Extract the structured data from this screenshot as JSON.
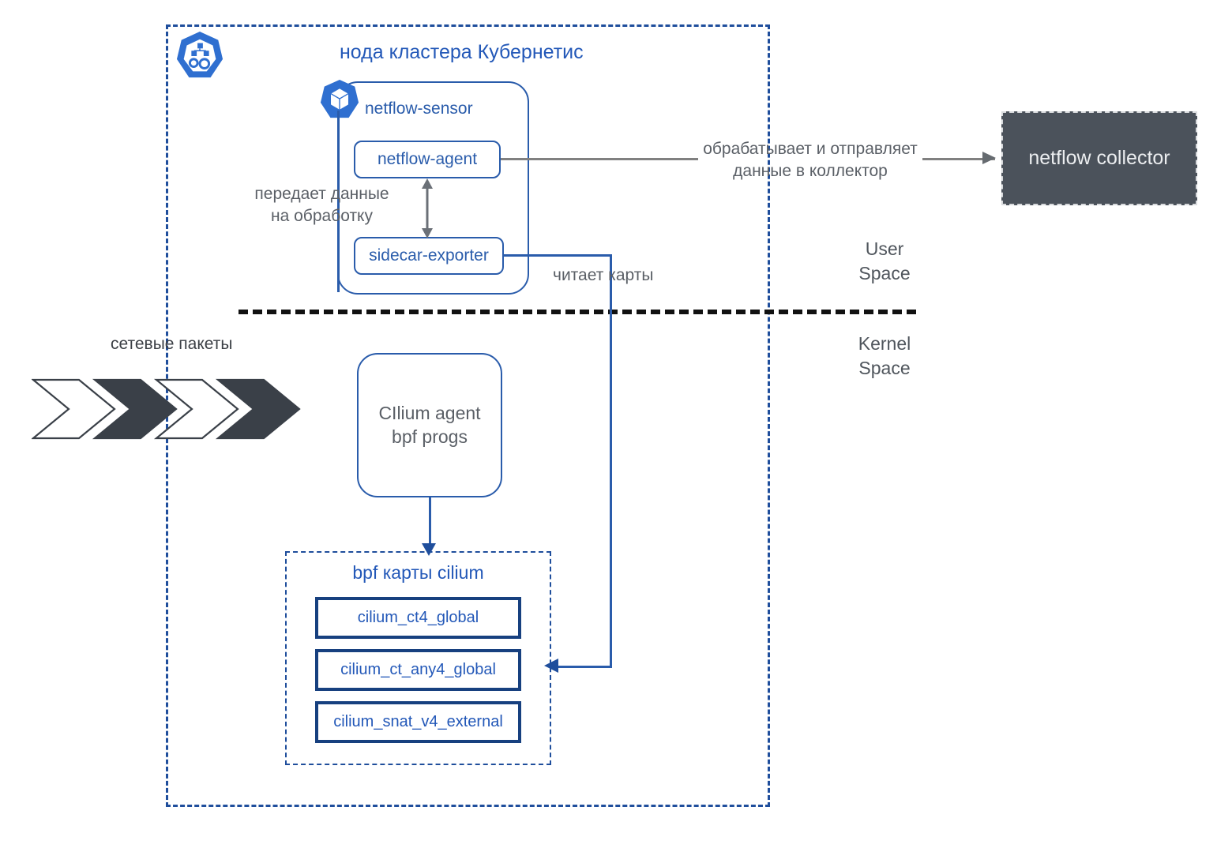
{
  "diagram": {
    "node": {
      "title": "нода кластера Кубернетис",
      "icon": "kubernetes-node-icon",
      "boundary_color": "#1f4e9c"
    },
    "pod": {
      "title": "netflow-sensor",
      "icon": "kubernetes-pod-icon",
      "containers": [
        {
          "label": "netflow-agent"
        },
        {
          "label": "sidecar-exporter"
        }
      ]
    },
    "connectors": [
      {
        "name": "transfer",
        "label": "передает данные\nна обработку"
      },
      {
        "name": "process",
        "label": "обрабатывает и отправляет\nданные в коллектор"
      },
      {
        "name": "reads-maps",
        "label": "читает карты"
      },
      {
        "name": "network-packets",
        "label": "сетевые пакеты"
      }
    ],
    "spaces": {
      "user": "User\nSpace",
      "kernel": "Kernel\nSpace"
    },
    "collector": {
      "label": "netflow collector",
      "fill": "#4b525b",
      "text_color": "#eceef0"
    },
    "cilium": {
      "label": "CIlium agent\nbpf progs"
    },
    "bpf_maps": {
      "title": "bpf карты cilium",
      "items": [
        {
          "label": "cilium_ct4_global"
        },
        {
          "label": "cilium_ct_any4_global"
        },
        {
          "label": "cilium_snat_v4_external"
        }
      ]
    },
    "packets": {
      "chevron_count": 4,
      "fills": [
        "#ffffff",
        "#3a4048",
        "#ffffff",
        "#3a4048"
      ]
    },
    "colors": {
      "brand_blue": "#2358b8",
      "line_blue": "#2a5cab",
      "dark_blue": "#17407f",
      "gray_text": "#5a5f66",
      "gray_line": "#808080",
      "collector_dark": "#4b525b"
    }
  }
}
